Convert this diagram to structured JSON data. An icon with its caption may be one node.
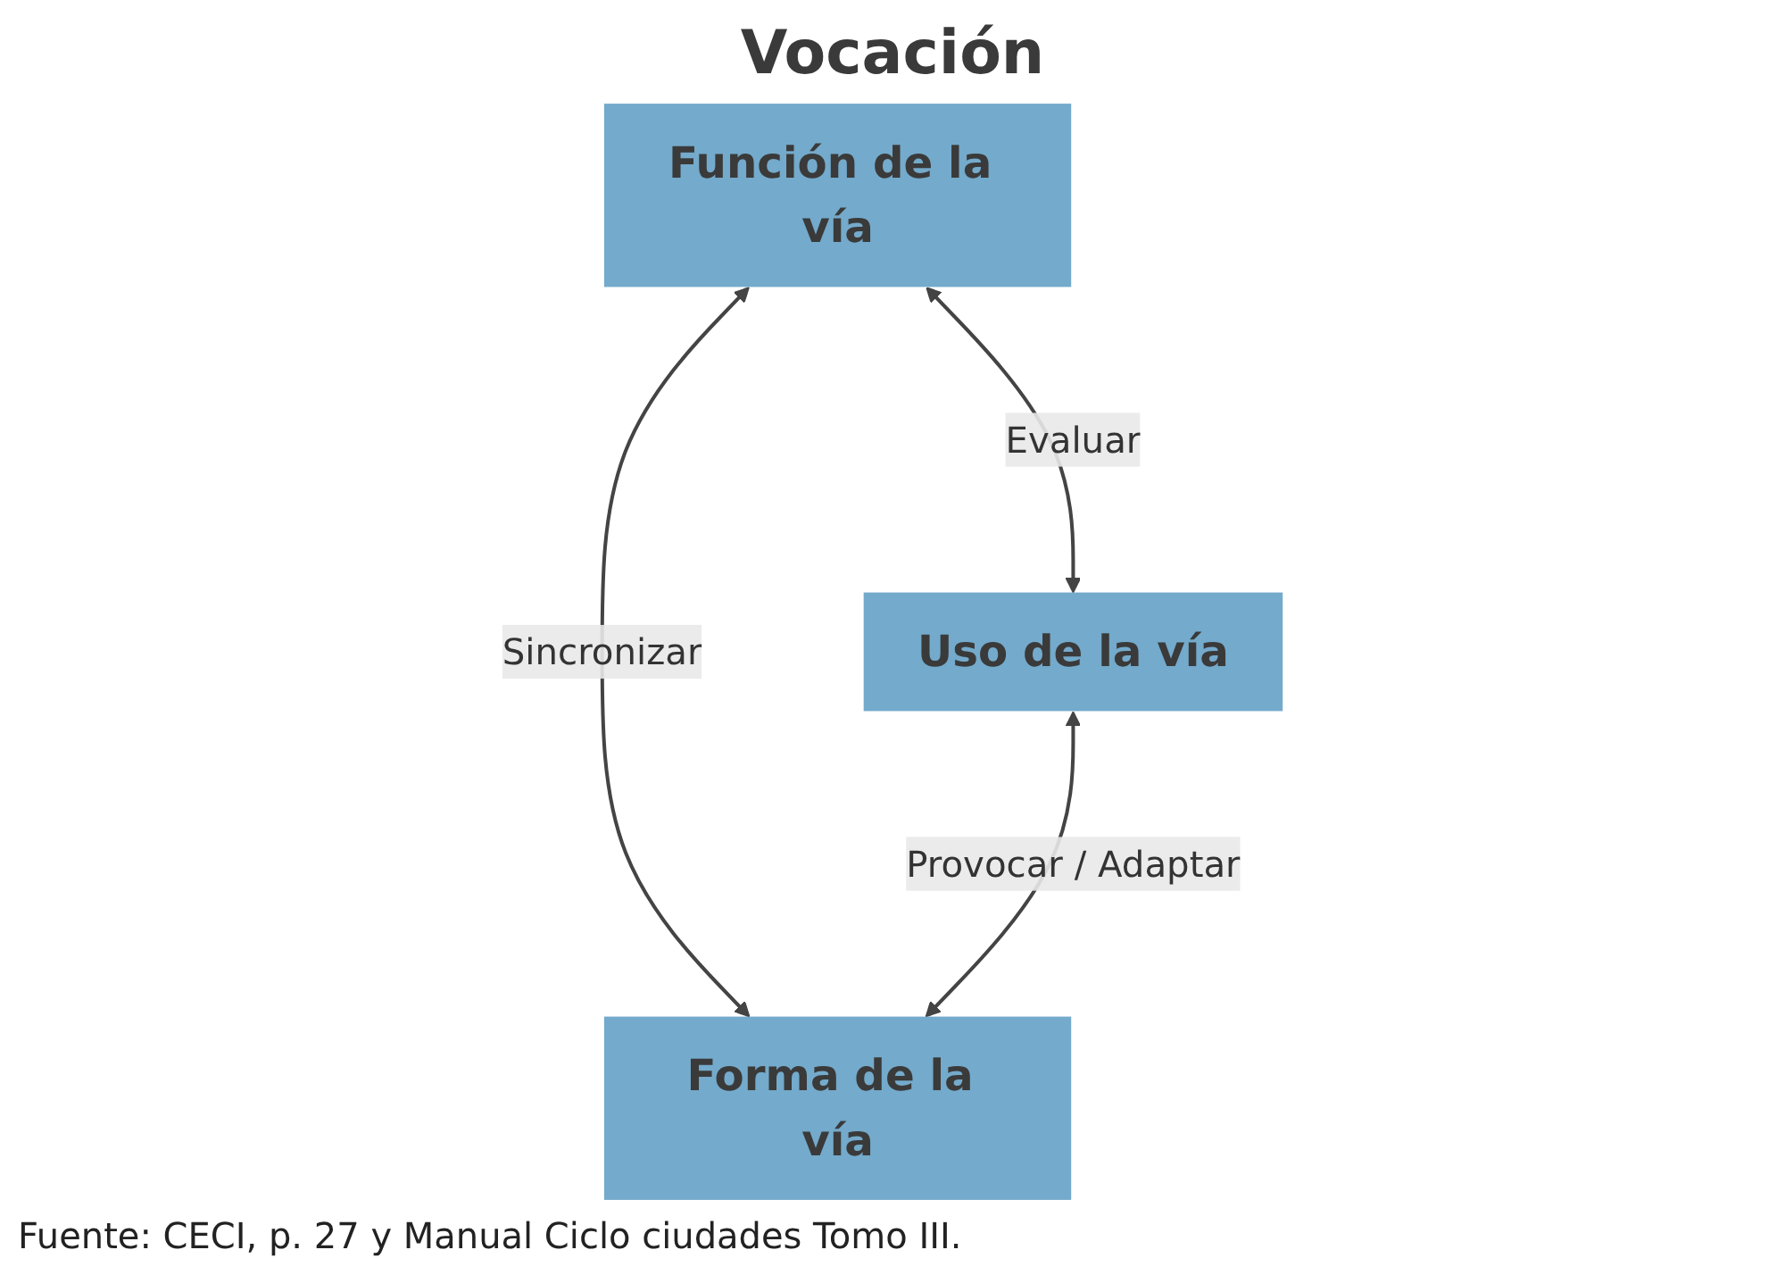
{
  "diagram": {
    "caption": "Fuente: CECI, p. 27 y Manual Ciclo ciudades Tomo III.",
    "nodes": [
      {
        "text": [
          "Función de la vía"
        ]
      },
      {
        "text": [
          "Uso de la vía"
        ]
      },
      {
        "text": [
          "Forma de la vía"
        ]
      }
    ],
    "edges": [
      {
        "from": 0,
        "to": 1,
        "arrow": "both",
        "label": "Evaluar"
      },
      {
        "from": 0,
        "to": 2,
        "arrow": "both",
        "label": "Sincronizar"
      },
      {
        "from": 1,
        "to": 2,
        "arrow": "both",
        "label": "Provocar / Adaptar"
      }
    ],
    "labels": [
      "Vocación"
    ]
  }
}
